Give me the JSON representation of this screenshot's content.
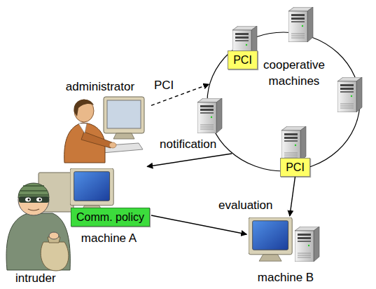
{
  "diagram": {
    "nodes": [
      {
        "text": [
          "administrator"
        ]
      },
      {
        "text": [
          "cooperative machines"
        ]
      },
      {
        "text": [
          "PCI"
        ],
        "in": 1
      },
      {
        "text": [
          "PCI"
        ],
        "in": 1
      },
      {
        "text": [
          "machine A"
        ]
      },
      {
        "text": [
          "Comm. policy"
        ],
        "in": 4
      },
      {
        "text": [
          "machine B"
        ]
      }
    ],
    "edges": [
      {
        "from": 0,
        "to": 1,
        "arrow": "to",
        "label": "PCI"
      },
      {
        "from": 1,
        "to": 0,
        "arrow": "to",
        "label": "notification"
      },
      {
        "from": 3,
        "to": 6,
        "arrow": "to",
        "label": "evaluation"
      },
      {
        "from": 4,
        "to": 6,
        "arrow": "to"
      }
    ],
    "labels": [
      "intruder"
    ]
  }
}
